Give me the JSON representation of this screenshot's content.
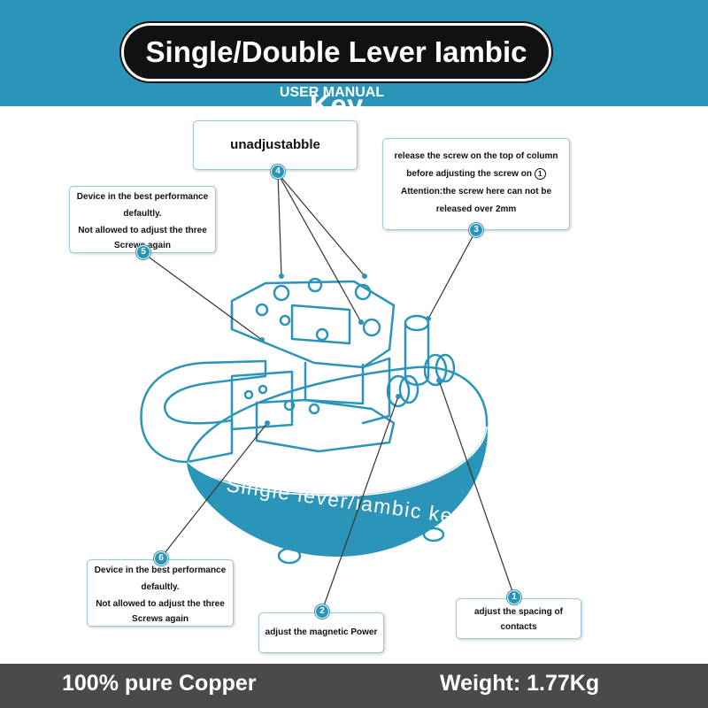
{
  "header": {
    "title": "Single/Double Lever Iambic Key",
    "subtitle": "USER MANUAL"
  },
  "device_label": "Single lever/iambic key",
  "callouts": {
    "c4": {
      "number": "4",
      "text": "unadjustabble"
    },
    "c3": {
      "number": "3",
      "line1": "release the screw on the top of column",
      "line2": "before adjusting the screw on",
      "line2_circle": "1",
      "line3": "Attention:the screw here can not be",
      "line4": "released over 2mm"
    },
    "c5": {
      "number": "5",
      "line1": "Device in the best performance",
      "line2": "defaultly.",
      "line3": "Not allowed to adjust  the three",
      "line4": "Screws again"
    },
    "c6": {
      "number": "6",
      "line1": "Device in the best performance",
      "line2": "defaultly.",
      "line3": "Not allowed to adjust  the three",
      "line4": "Screws again"
    },
    "c2": {
      "number": "2",
      "text": "adjust the magnetic Power"
    },
    "c1": {
      "number": "1",
      "line1": "adjust the spacing of",
      "line2": "contacts"
    }
  },
  "footer": {
    "left": "100% pure Copper",
    "right": "Weight: 1.77Kg"
  },
  "colors": {
    "brand_blue": "#2a95b8",
    "footer_gray": "#4a4a4a",
    "title_pill": "#111111"
  }
}
